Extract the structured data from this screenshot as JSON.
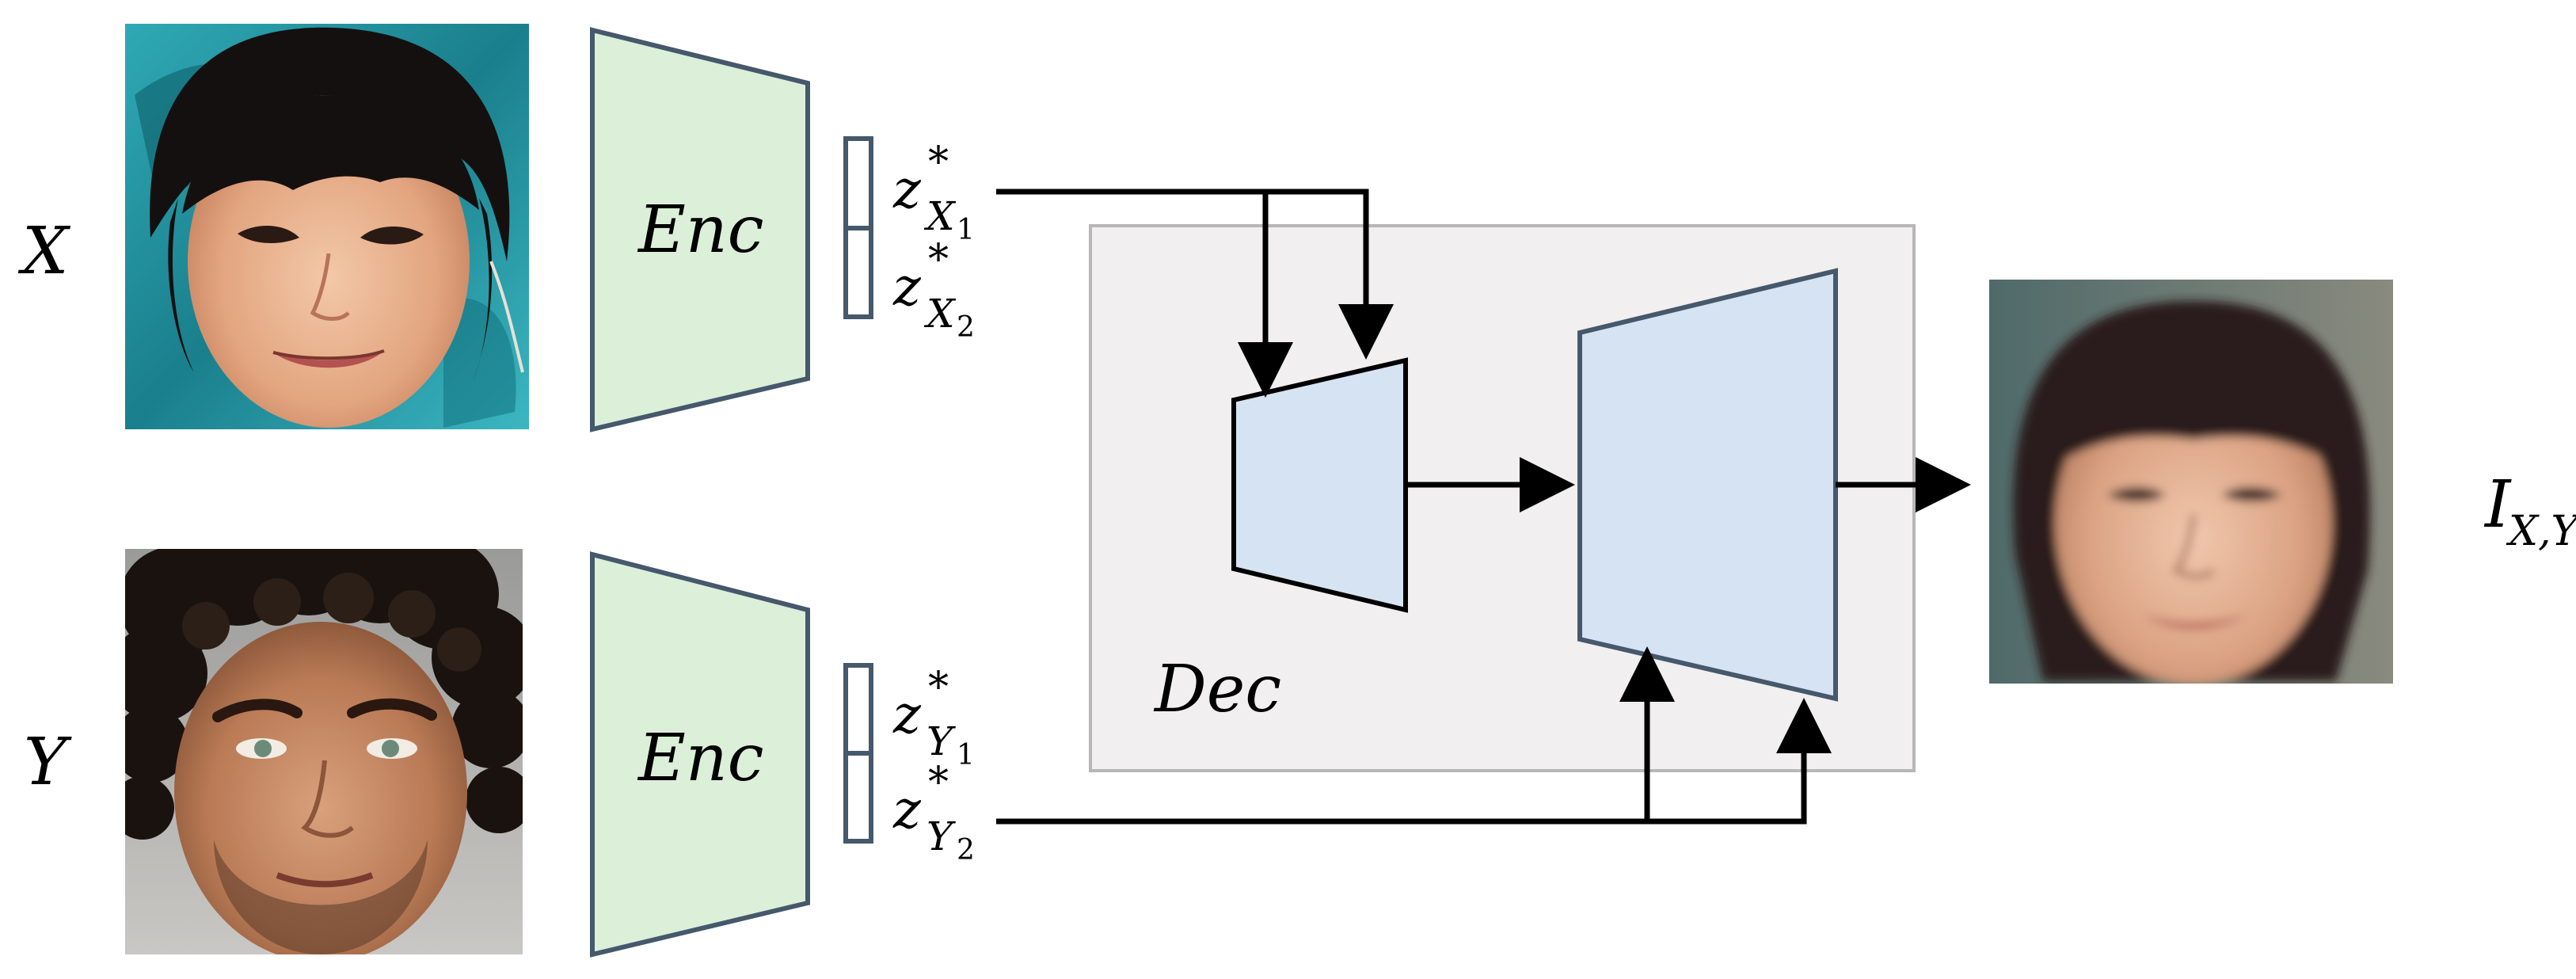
{
  "inputs": {
    "x_label": "X",
    "y_label": "Y"
  },
  "encoder": {
    "top_label": "Enc",
    "bottom_label": "Enc",
    "fill": "#dcefd9",
    "stroke": "#46586b"
  },
  "latents": {
    "zx1": {
      "base": "z",
      "star": "*",
      "sub": "X",
      "subsub": "1"
    },
    "zx2": {
      "base": "z",
      "star": "*",
      "sub": "X",
      "subsub": "2"
    },
    "zy1": {
      "base": "z",
      "star": "*",
      "sub": "Y",
      "subsub": "1"
    },
    "zy2": {
      "base": "z",
      "star": "*",
      "sub": "Y",
      "subsub": "2"
    }
  },
  "decoder": {
    "label": "Dec",
    "box_fill": "#f1eff0",
    "box_stroke": "#b7b7b7",
    "block_fill": "#d6e3f2",
    "block_stroke": "#000000"
  },
  "output": {
    "label_base": "I",
    "label_sub": "X,Y"
  },
  "images": {
    "x_face": "asian-woman-face-photo",
    "y_face": "curly-haired-man-face-photo",
    "out_face": "generated-face-photo"
  }
}
